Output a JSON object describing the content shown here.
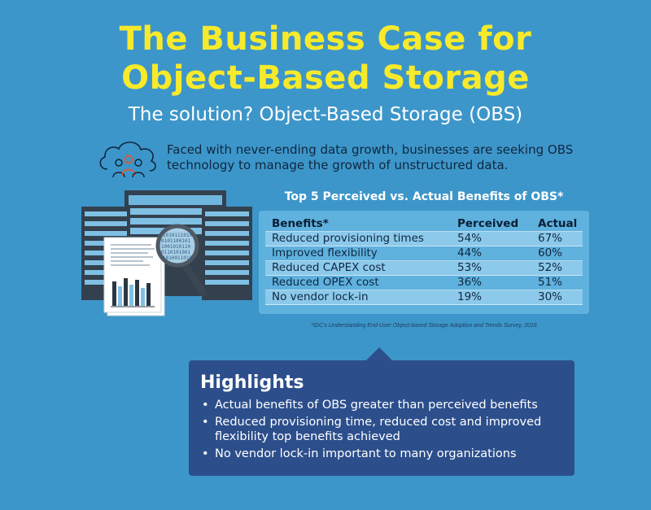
{
  "header": {
    "title_line1": "The Business Case for",
    "title_line2": "Object-Based Storage",
    "subtitle": "The solution? Object-Based Storage (OBS)"
  },
  "intro": {
    "text": "Faced with never-ending data growth, businesses are seeking OBS technology to manage the growth of unstructured data."
  },
  "magnifier": {
    "binary_lines": [
      "1010111010",
      "0101100101",
      "1001010110",
      "0110101001",
      "1010011010"
    ]
  },
  "benefits_table": {
    "title": "Top 5 Perceived vs. Actual Benefits of OBS*",
    "headers": [
      "Benefits*",
      "Perceived",
      "Actual"
    ],
    "rows": [
      [
        "Reduced provisioning times",
        "54%",
        "67%"
      ],
      [
        "Improved flexibility",
        "44%",
        "60%"
      ],
      [
        "Reduced CAPEX cost",
        "53%",
        "52%"
      ],
      [
        "Reduced OPEX cost",
        "36%",
        "51%"
      ],
      [
        "No vendor lock-in",
        "19%",
        "30%"
      ]
    ],
    "footnote": "*IDC's Understanding End-User Object-based Storage Adoption and Trends Survey, 2016"
  },
  "highlights": {
    "title": "Highlights",
    "bullet_symbol": "•",
    "items": [
      "Actual benefits of OBS greater than perceived benefits",
      "Reduced provisioning time, reduced cost and improved flexibility top benefits achieved",
      "No vendor lock-in important to many organizations"
    ]
  },
  "colors": {
    "background": "#3d96c9",
    "title": "#f7ea2b",
    "table_bg": "#5fb1de",
    "highlights_bg": "#2c4f8c"
  }
}
